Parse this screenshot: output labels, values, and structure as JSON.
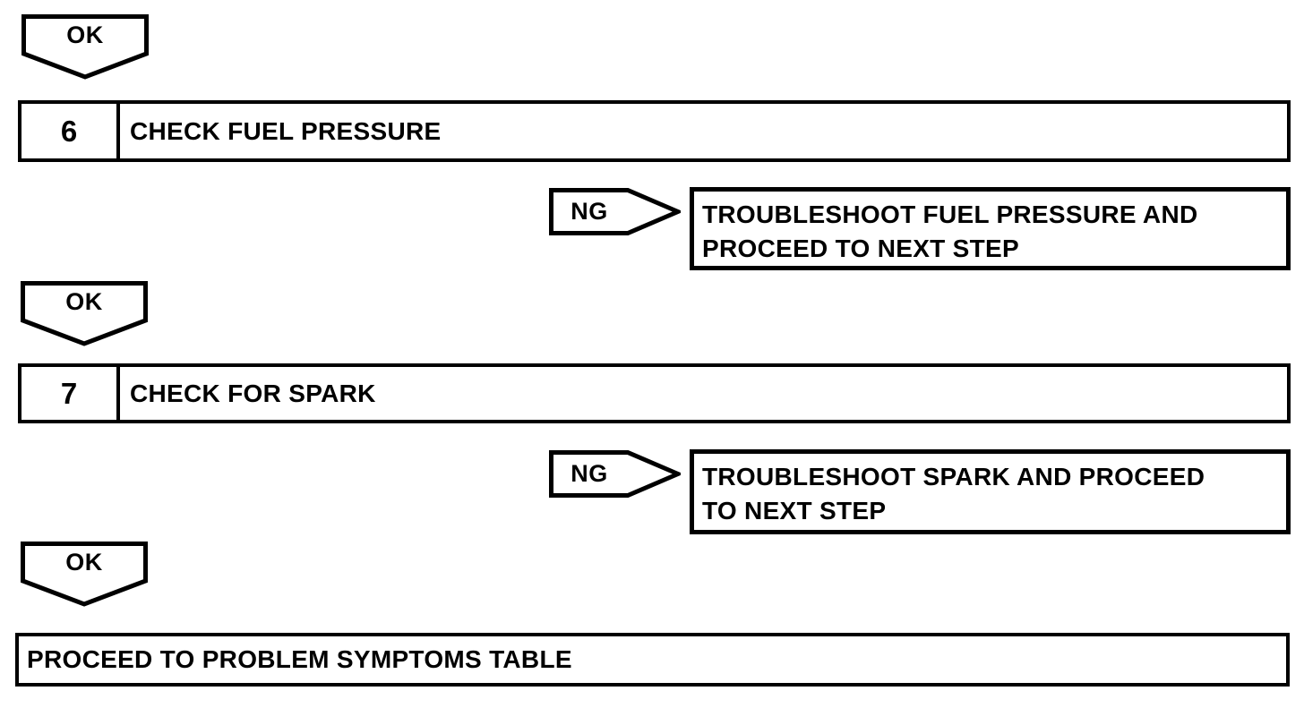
{
  "page": {
    "background_color": "#ffffff",
    "line_color": "#000000",
    "fill_color": "#ffffff"
  },
  "flowchart": {
    "ok_markers": [
      {
        "label": "OK"
      },
      {
        "label": "OK"
      },
      {
        "label": "OK"
      }
    ],
    "steps": [
      {
        "number": "6",
        "title": "CHECK FUEL PRESSURE"
      },
      {
        "number": "7",
        "title": "CHECK FOR SPARK"
      }
    ],
    "ng_branches": [
      {
        "label": "NG",
        "result_line1": "TROUBLESHOOT FUEL PRESSURE AND",
        "result_line2": "PROCEED TO NEXT STEP"
      },
      {
        "label": "NG",
        "result_line1": "TROUBLESHOOT SPARK AND PROCEED",
        "result_line2": "TO NEXT STEP"
      }
    ],
    "final": {
      "title": "PROCEED TO PROBLEM SYMPTOMS TABLE"
    }
  }
}
